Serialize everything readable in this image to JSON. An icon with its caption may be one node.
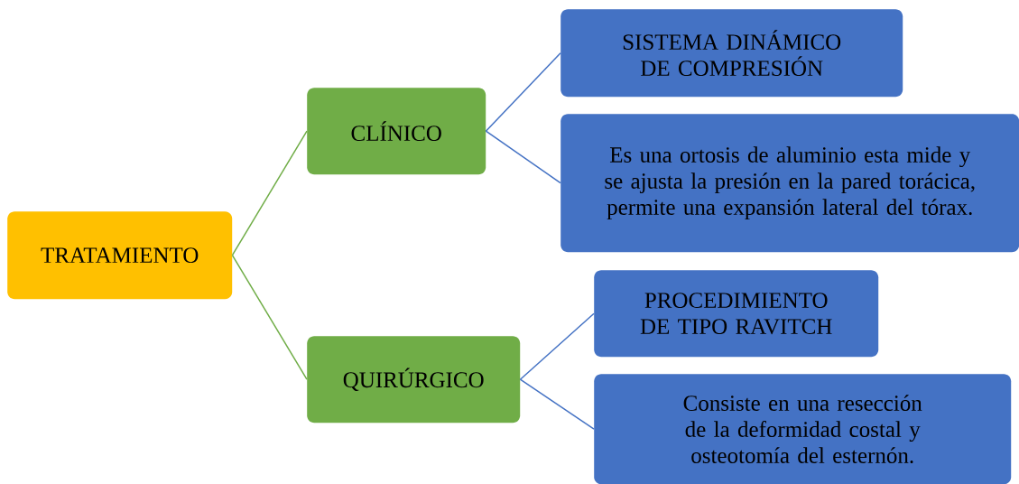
{
  "diagram": {
    "nodes": [
      {
        "text": [
          "TRATAMIENTO"
        ]
      },
      {
        "text": [
          "CLÍNICO"
        ]
      },
      {
        "text": [
          "QUIRÚRGICO"
        ]
      },
      {
        "text": [
          "SISTEMA DINÁMICO DE COMPRESIÓN"
        ]
      },
      {
        "text": [
          "Es una ortosis de aluminio esta mide y se ajusta la presión en la pared torácica, permite una expansión lateral del tórax."
        ]
      },
      {
        "text": [
          "PROCEDIMIENTO DE TIPO RAVITCH"
        ]
      },
      {
        "text": [
          "Consiste en una resección de la deformidad costal y osteotomía del esternón."
        ]
      }
    ],
    "edges": [
      {
        "from": 0,
        "to": 1,
        "arrow": "none",
        "color": "#70ad47"
      },
      {
        "from": 0,
        "to": 2,
        "arrow": "none",
        "color": "#70ad47"
      },
      {
        "from": 1,
        "to": 3,
        "arrow": "none"
      },
      {
        "from": 1,
        "to": 4,
        "arrow": "none"
      },
      {
        "from": 2,
        "to": 5,
        "arrow": "none"
      },
      {
        "from": 2,
        "to": 6,
        "arrow": "none"
      }
    ]
  }
}
